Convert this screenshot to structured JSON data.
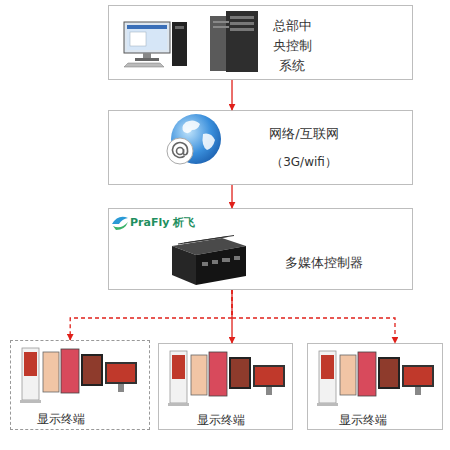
{
  "diagram": {
    "nodes": [
      {
        "text": [
          "总部中 央控制 系统"
        ]
      },
      {
        "text": [
          "网络/互联网",
          "（3G/wifi）"
        ]
      },
      {
        "text": [
          "PraFly 析飞",
          "多媒体控制器"
        ]
      },
      {
        "text": [
          "显示终端"
        ]
      },
      {
        "text": [
          "显示终端"
        ]
      },
      {
        "text": [
          "显示终端"
        ]
      }
    ],
    "edges": [
      {
        "from": 0,
        "to": 1,
        "arrow": "to"
      },
      {
        "from": 1,
        "to": 2,
        "arrow": "to"
      },
      {
        "from": 2,
        "to": 3,
        "arrow": "to"
      },
      {
        "from": 2,
        "to": 4,
        "arrow": "to"
      },
      {
        "from": 2,
        "to": 5,
        "arrow": "to"
      }
    ]
  }
}
